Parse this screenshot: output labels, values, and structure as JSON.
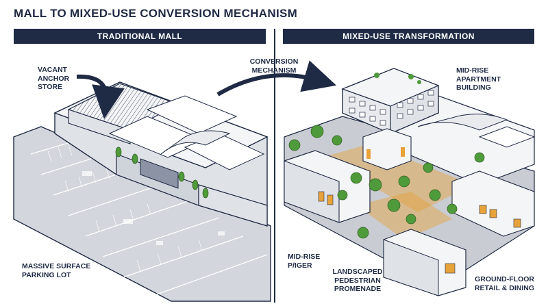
{
  "header": {
    "title": "MALL TO MIXED-USE CONVERSION MECHANISM"
  },
  "panels": {
    "left_title": "TRADITIONAL MALL",
    "right_title": "MIXED-USE TRANSFORMATION"
  },
  "labels": {
    "vacant_anchor": [
      "VACANT",
      "ANCHOR",
      "STORE"
    ],
    "conversion": [
      "CONVERSION",
      "MECHANISM"
    ],
    "mid_rise_apartment": [
      "MID-RISE",
      "APARTMENT",
      "BUILDING"
    ],
    "parking": [
      "MASSIVE SURFACE",
      "PARKING LOT"
    ],
    "mid_rise_pager": [
      "MID-RISE",
      "P/IGER"
    ],
    "promenade": [
      "LANDSCAPED",
      "PEDESTRIAN",
      "PROMENADE"
    ],
    "retail": [
      "GROUND-FLOOR",
      "RETAIL & DINING"
    ]
  },
  "colors": {
    "navy": "#1f2a44",
    "green": "#4f9a3a",
    "green_light": "#7cbf52",
    "amber": "#e7a23a",
    "paving": "#c9ccd2",
    "roof": "#f4f5f7",
    "wall": "#dfe2e7"
  },
  "icons": [
    "curved-arrow-icon",
    "curved-arrow-icon"
  ]
}
